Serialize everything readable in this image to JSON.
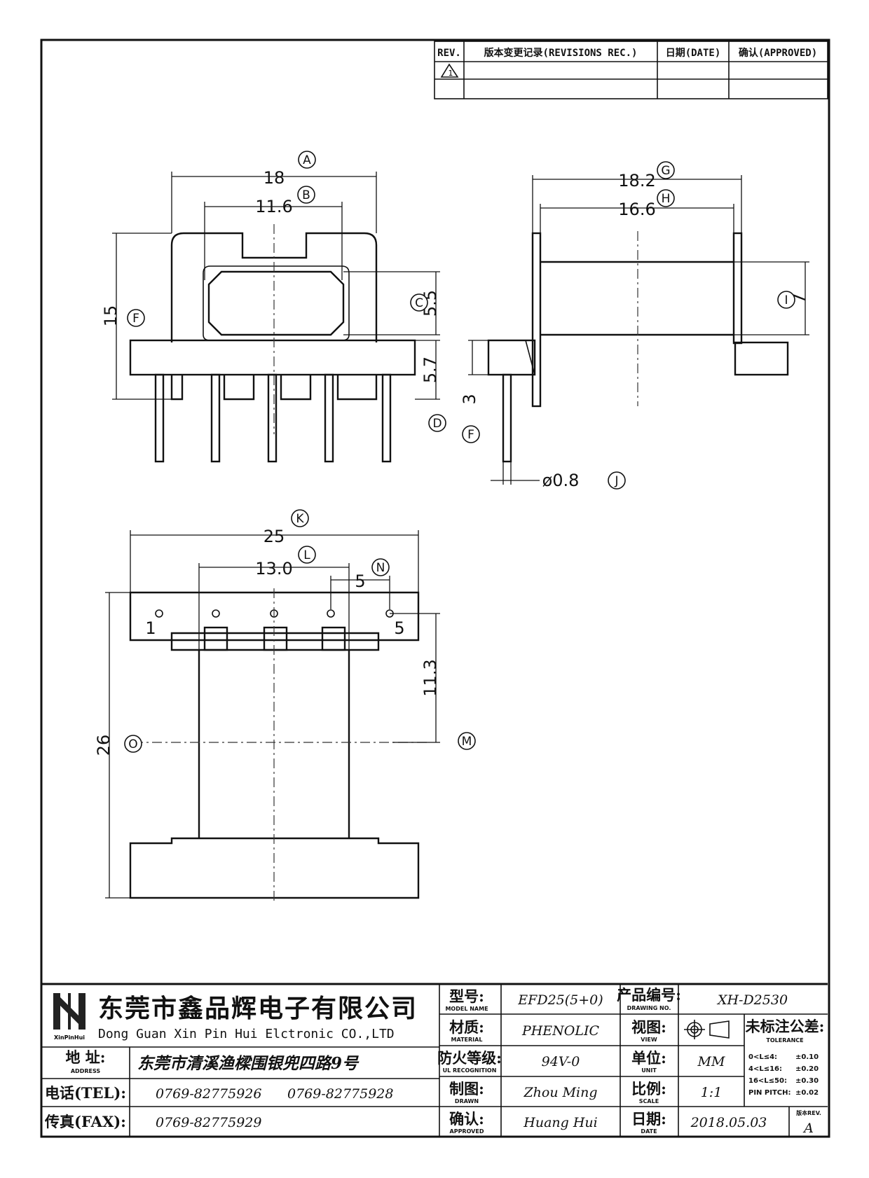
{
  "revisions": {
    "header_rev": "REV.",
    "header_record": "版本变更记录(REVISIONS REC.)",
    "header_date": "日期(DATE)",
    "header_approved": "确认(APPROVED)",
    "rev_mark": "1"
  },
  "views": {
    "front": {
      "dims": {
        "width_a": "18",
        "width_b": "11.6",
        "height_f": "15",
        "window_c": "5.5",
        "base_d": "5.7"
      },
      "labels": {
        "a": "A",
        "b": "B",
        "c": "C",
        "d": "D",
        "f": "F"
      }
    },
    "side": {
      "dims": {
        "width_g": "18.2",
        "width_h": "16.6",
        "height_i": "7",
        "pin_len": "3",
        "pin_dia": "ø0.8"
      },
      "labels": {
        "g": "G",
        "h": "H",
        "i": "I",
        "j": "J",
        "f": "F"
      }
    },
    "bottom": {
      "dims": {
        "width_k": "25",
        "width_l": "13.0",
        "pitch_n": "5",
        "offset_m": "11.3",
        "length_o": "26"
      },
      "labels": {
        "k": "K",
        "l": "L",
        "m": "M",
        "n": "N",
        "o": "O"
      },
      "pin_first": "1",
      "pin_last": "5"
    }
  },
  "title_block": {
    "logo_text": "XinPinHui",
    "company_cn": "东莞市鑫品辉电子有限公司",
    "company_en": "Dong Guan Xin Pin Hui Elctronic CO.,LTD",
    "address_label": "地 址:",
    "address_sub": "ADDRESS",
    "address_value": "东莞市清溪渔樑围银兜四路9号",
    "tel_label": "电话(TEL):",
    "tel_value_1": "0769-82775926",
    "tel_value_2": "0769-82775928",
    "fax_label": "传真(FAX):",
    "fax_value": "0769-82775929",
    "model_label": "型号:",
    "model_sub": "MODEL NAME",
    "model_value": "EFD25(5+0)",
    "material_label": "材质:",
    "material_sub": "MATERIAL",
    "material_value": "PHENOLIC",
    "flame_label": "防火等级:",
    "flame_sub": "UL RECOGNITION",
    "flame_value": "94V-0",
    "drawn_label": "制图:",
    "drawn_sub": "DRAWN",
    "drawn_value": "Zhou Ming",
    "approved_label": "确认:",
    "approved_sub": "APPROVED",
    "approved_value": "Huang Hui",
    "drawing_no_label": "产品编号:",
    "drawing_no_sub": "DRAWING NO.",
    "drawing_no_value": "XH-D2530",
    "view_label": "视图:",
    "view_sub": "VIEW",
    "unit_label": "单位:",
    "unit_sub": "UNIT",
    "unit_value": "MM",
    "scale_label": "比例:",
    "scale_sub": "SCALE",
    "scale_value": "1:1",
    "date_label": "日期:",
    "date_sub": "DATE",
    "date_value": "2018.05.03",
    "tolerance_label": "未标注公差:",
    "tolerance_sub": "TOLERANCE",
    "tolerance_rows": [
      {
        "range": "0<L≤4:",
        "value": "±0.10"
      },
      {
        "range": "4<L≤16:",
        "value": "±0.20"
      },
      {
        "range": "16<L≤50:",
        "value": "±0.30"
      },
      {
        "range": "PIN PITCH:",
        "value": "±0.02"
      }
    ],
    "rev_label": "版本REV.",
    "rev_value": "A"
  }
}
